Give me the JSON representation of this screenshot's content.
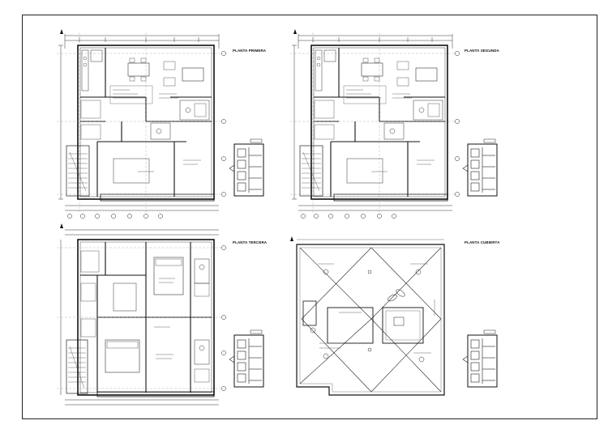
{
  "sheet": {
    "titles": {
      "first": "PLANTA PRIMERA",
      "second": "PLANTA SEGUNDA",
      "third": "PLANTA TERCERA",
      "roof": "PLANTA CUBIERTA"
    },
    "icons": {
      "north": "north-arrow-icon",
      "key_plan": "building-key-plan-icon"
    }
  },
  "colors": {
    "line": "#222222",
    "thin": "#555555",
    "paper": "#ffffff"
  }
}
